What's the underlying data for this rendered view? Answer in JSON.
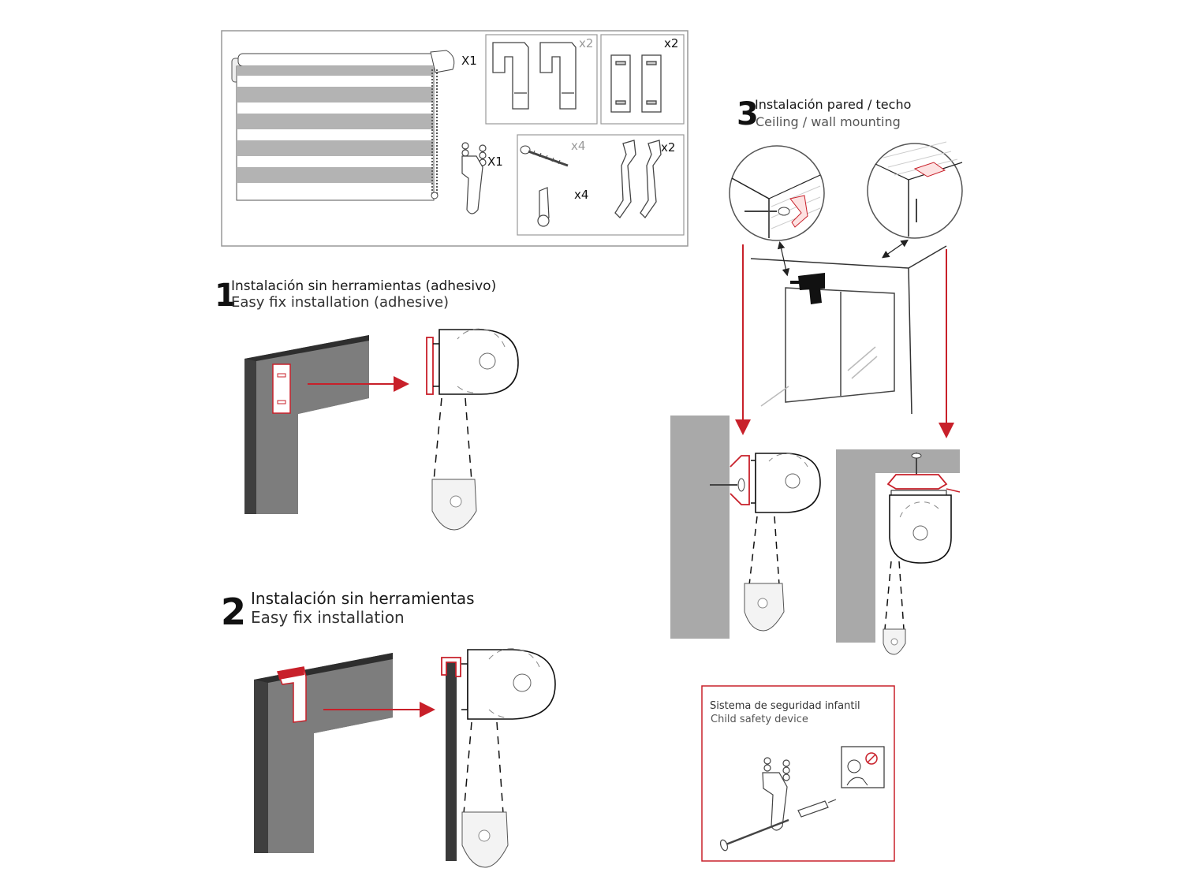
{
  "kit": {
    "blind_qty": "X1",
    "hook_qty": "x2",
    "adhesive_qty": "x2",
    "safety_qty": "X1",
    "screw_qty": "x4",
    "plug_qty": "x4",
    "bracket_qty": "x2"
  },
  "steps": [
    {
      "number": "1",
      "title_es": "Instalación sin herramientas (adhesivo)",
      "title_en": "Easy fix installation (adhesive)"
    },
    {
      "number": "2",
      "title_es": "Instalación sin herramientas",
      "title_en": "Easy fix installation"
    },
    {
      "number": "3",
      "title_es": "Instalación pared / techo",
      "title_en": "Ceiling / wall mounting"
    }
  ],
  "safety": {
    "title_es": "Sistema de seguridad infantil",
    "title_en": "Child safety device"
  },
  "colors": {
    "accent": "#c8202a",
    "wall": "#a9a9a9",
    "frame_dark": "#3f3f3f",
    "line": "#111111"
  }
}
